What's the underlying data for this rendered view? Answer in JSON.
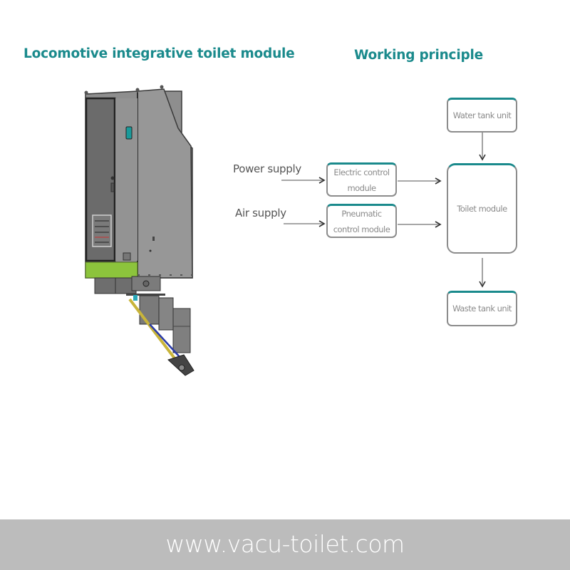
{
  "titles": {
    "left": "Locomotive integrative toilet module",
    "right": "Working principle"
  },
  "diagram": {
    "inputs": [
      {
        "label": "Power supply",
        "target": "Electric control module"
      },
      {
        "label": "Air supply",
        "target": "Pneumatic control module"
      }
    ],
    "boxes": {
      "water_tank": "Water tank unit",
      "electric_line1": "Electric control",
      "electric_line2": "module",
      "pneumatic_line1": "Pneumatic",
      "pneumatic_line2": "control module",
      "toilet": "Toilet module",
      "waste_tank": "Waste tank unit"
    },
    "flows": [
      {
        "from": "Power supply",
        "to": "Electric control module"
      },
      {
        "from": "Air supply",
        "to": "Pneumatic control module"
      },
      {
        "from": "Electric control module",
        "to": "Toilet module"
      },
      {
        "from": "Pneumatic control module",
        "to": "Toilet module"
      },
      {
        "from": "Water tank unit",
        "to": "Toilet module"
      },
      {
        "from": "Toilet module",
        "to": "Waste tank unit"
      }
    ]
  },
  "illustration": {
    "subject": "locomotive toilet module cabinet",
    "colors": {
      "body": "#8f8f8f",
      "door": "#6e6e6e",
      "accent_band": "#8cc43c",
      "indicator": "#1a9a9a",
      "pipe_yellow": "#c8b43a",
      "pipe_blue": "#2a3aa8"
    }
  },
  "footer": {
    "url": "www.vacu-toilet.com"
  },
  "colors": {
    "accent": "#1a8a8c",
    "footer_bg": "#bcbcbc"
  }
}
